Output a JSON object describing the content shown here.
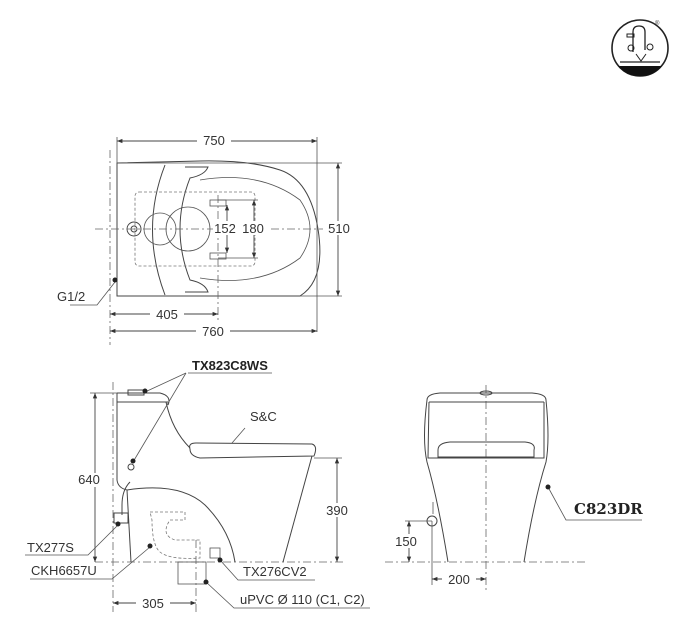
{
  "logo": {
    "icon": "faucet-water-saving-icon",
    "registered_mark": "®"
  },
  "top_view": {
    "dim_overall_width": "750",
    "dim_depth": "510",
    "dim_bolt_spacing_inner": "152",
    "dim_bolt_spacing_outer": "180",
    "dim_outlet_offset": "405",
    "dim_overall_length": "760",
    "label_inlet": "G1/2"
  },
  "side_view": {
    "label_flush_valve": "TX823C8WS",
    "label_seat_cover": "S&C",
    "dim_height": "640",
    "dim_seat_height": "390",
    "label_stop_valve": "TX277S",
    "label_flange": "CKH6657U",
    "label_bolt_cap": "TX276CV2",
    "label_drain_pipe": "uPVC Ø 110 (C1, C2)",
    "dim_rough_in": "305"
  },
  "front_view": {
    "label_model": "C823DR",
    "dim_inlet_height": "150",
    "dim_inlet_offset": "200"
  },
  "colors": {
    "line": "#444444",
    "background": "#ffffff",
    "text": "#333333"
  }
}
